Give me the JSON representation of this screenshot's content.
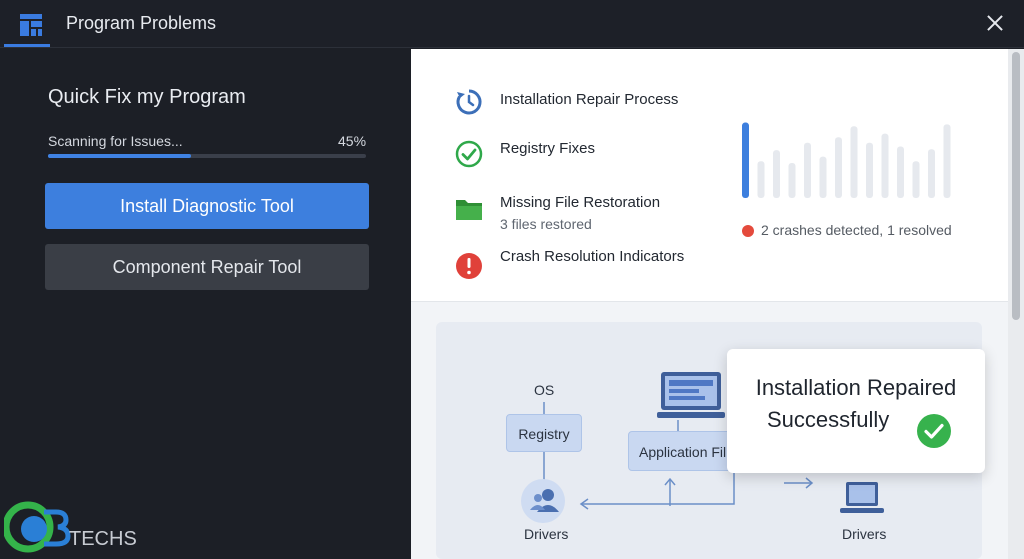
{
  "window": {
    "title": "Program Problems",
    "icons": {
      "app": "app-grid-icon",
      "close": "close-icon"
    }
  },
  "left": {
    "title": "Quick Fix my Program",
    "scan": {
      "label": "Scanning for Issues...",
      "percent_text": "45%",
      "progress": 0.45
    },
    "buttons": {
      "install": "Install Diagnostic Tool",
      "component": "Component Repair Tool"
    }
  },
  "status": {
    "items": [
      {
        "icon": "refresh-clock-icon",
        "label": "Installation Repair Process"
      },
      {
        "icon": "check-circle-icon",
        "label": "Registry Fixes"
      },
      {
        "icon": "folder-icon",
        "label": "Missing File Restoration",
        "sub": "3 files restored"
      },
      {
        "icon": "error-alert-icon",
        "label": "Crash Resolution Indicators"
      }
    ],
    "crash_summary": "2 crashes detected, 1 resolved",
    "bar_levels": [
      0.82,
      0.4,
      0.52,
      0.38,
      0.6,
      0.45,
      0.66,
      0.78,
      0.6,
      0.7,
      0.56,
      0.4,
      0.53,
      0.8
    ]
  },
  "diagram": {
    "os_label": "OS",
    "registry_label": "Registry",
    "appfiles_label": "Application Fil",
    "drivers_left_label": "Drivers",
    "drivers_right_label": "Drivers"
  },
  "toast": {
    "line1": "Installation Repaired",
    "line2": "Successfully"
  },
  "watermark": {
    "brand": "TECHS"
  },
  "colors": {
    "accent": "#3d7fde",
    "success": "#2fb24a",
    "error": "#e44a3c",
    "folder": "#3aa33f",
    "dark_bg": "#1c1f26"
  }
}
